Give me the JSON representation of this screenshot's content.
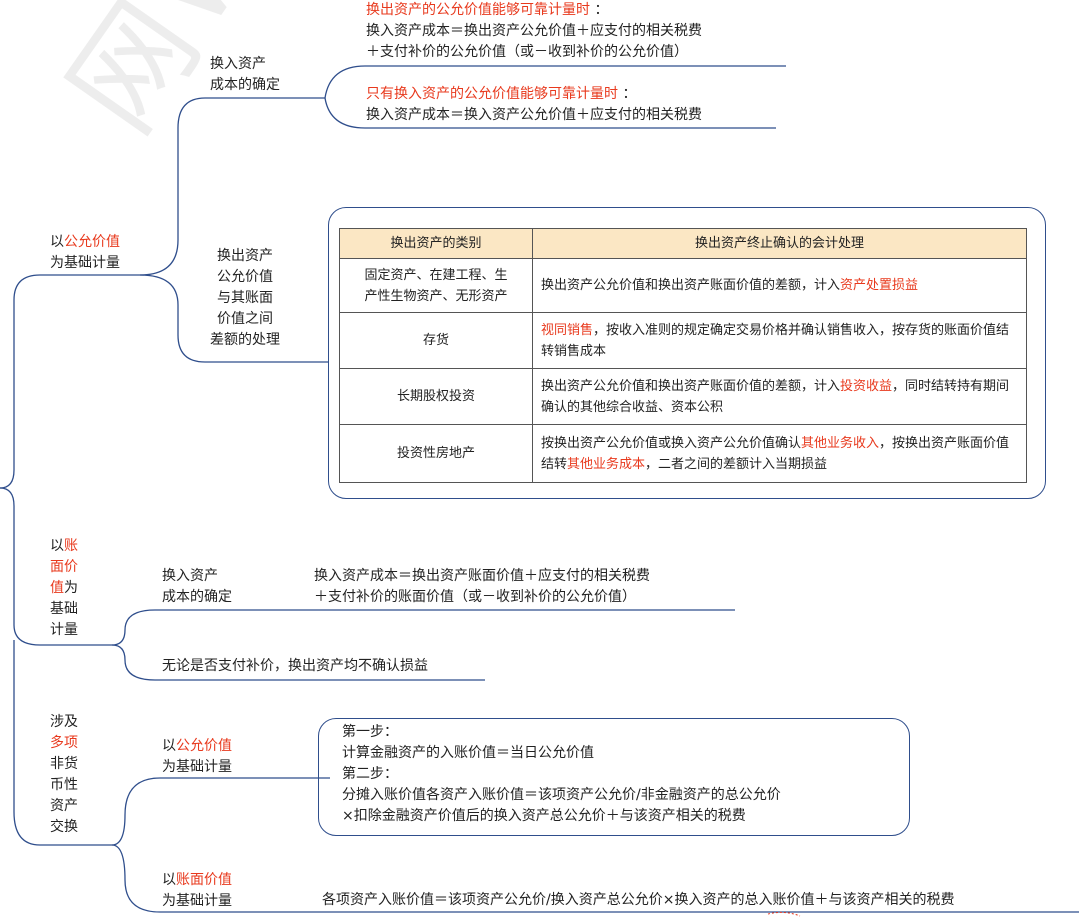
{
  "watermark": "网WWW.DL",
  "fair_value_section": {
    "title_prefix": "以",
    "title_highlight": "公允价值",
    "title_suffix": "为基础计量",
    "cost_branch": {
      "label_line1": "换入资产",
      "label_line2": "成本的确定",
      "case1_title": "换出资产的公允价值能够可靠计量时",
      "case1_colon": "：",
      "case1_line1": "换入资产成本＝换出资产公允价值＋应支付的相关税费",
      "case1_line2": "＋支付补价的公允价值（或－收到补价的公允价值）",
      "case2_title": "只有换入资产的公允价值能够可靠计量时",
      "case2_colon": "：",
      "case2_line1": "换入资产成本＝换入资产公允价值＋应支付的相关税费"
    },
    "difference_branch": {
      "label_lines": [
        "换出资产",
        "公允价值",
        "与其账面",
        "价值之间",
        "差额的处理"
      ],
      "table": {
        "headers": [
          "换出资产的类别",
          "换出资产终止确认的会计处理"
        ],
        "rows": [
          {
            "category_line1": "固定资产、在建工程、生",
            "category_line2": "产性生物资产、无形资产",
            "treatment_parts": [
              {
                "text": "换出资产公允价值和换出资产账面价值的差额，计入",
                "red": false
              },
              {
                "text": "资产处置损益",
                "red": true
              }
            ]
          },
          {
            "category_line1": "存货",
            "category_line2": "",
            "treatment_parts": [
              {
                "text": "视同销售",
                "red": true
              },
              {
                "text": "，按收入准则的规定确定交易价格并确认销售收入，按存货的账面价值结转销售成本",
                "red": false
              }
            ]
          },
          {
            "category_line1": "长期股权投资",
            "category_line2": "",
            "treatment_parts": [
              {
                "text": "换出资产公允价值和换出资产账面价值的差额，计入",
                "red": false
              },
              {
                "text": "投资收益",
                "red": true
              },
              {
                "text": "，同时结转持有期间确认的其他综合收益、资本公积",
                "red": false
              }
            ]
          },
          {
            "category_line1": "投资性房地产",
            "category_line2": "",
            "treatment_parts": [
              {
                "text": "按换出资产公允价值或换入资产公允价值确认",
                "red": false
              },
              {
                "text": "其他业务收入",
                "red": true
              },
              {
                "text": "，按换出资产账面价值结转",
                "red": false
              },
              {
                "text": "其他业务成本",
                "red": true
              },
              {
                "text": "，二者之间的差额计入当期损益",
                "red": false
              }
            ]
          }
        ]
      }
    }
  },
  "book_value_section": {
    "title_lines": [
      [
        {
          "text": "以",
          "red": false
        },
        {
          "text": "账",
          "red": true
        }
      ],
      [
        {
          "text": "面价",
          "red": true
        }
      ],
      [
        {
          "text": "值",
          "red": true
        },
        {
          "text": "为",
          "red": false
        }
      ],
      [
        {
          "text": "基础",
          "red": false
        }
      ],
      [
        {
          "text": "计量",
          "red": false
        }
      ]
    ],
    "cost_label_line1": "换入资产",
    "cost_label_line2": "成本的确定",
    "cost_line1": "换入资产成本＝换出资产账面价值＋应支付的相关税费",
    "cost_line2": "＋支付补价的账面价值（或－收到补价的公允价值）",
    "no_gain_note": "无论是否支付补价，换出资产均不确认损益"
  },
  "multi_asset_section": {
    "title_lines": [
      [
        {
          "text": "涉及",
          "red": false
        }
      ],
      [
        {
          "text": "多项",
          "red": true
        }
      ],
      [
        {
          "text": "非货",
          "red": false
        }
      ],
      [
        {
          "text": "币性",
          "red": false
        }
      ],
      [
        {
          "text": "资产",
          "red": false
        }
      ],
      [
        {
          "text": "交换",
          "red": false
        }
      ]
    ],
    "fair_value_branch": {
      "label_prefix": "以",
      "label_highlight": "公允价值",
      "label_line2": "为基础计量",
      "steps": [
        "第一步：",
        "计算金融资产的入账价值＝当日公允价值",
        "第二步：",
        "分摊入账价值各资产入账价值＝该项资产公允价/非金融资产的总公允价",
        "×扣除金融资产价值后的换入资产总公允价＋与该资产相关的税费"
      ]
    },
    "book_value_branch": {
      "label_prefix": "以",
      "label_highlight": "账面价值",
      "label_line2": "为基础计量",
      "formula": "各项资产入账价值＝该项资产公允价/换入资产总公允价×换入资产的总入账价值＋与该资产相关的税费"
    }
  }
}
